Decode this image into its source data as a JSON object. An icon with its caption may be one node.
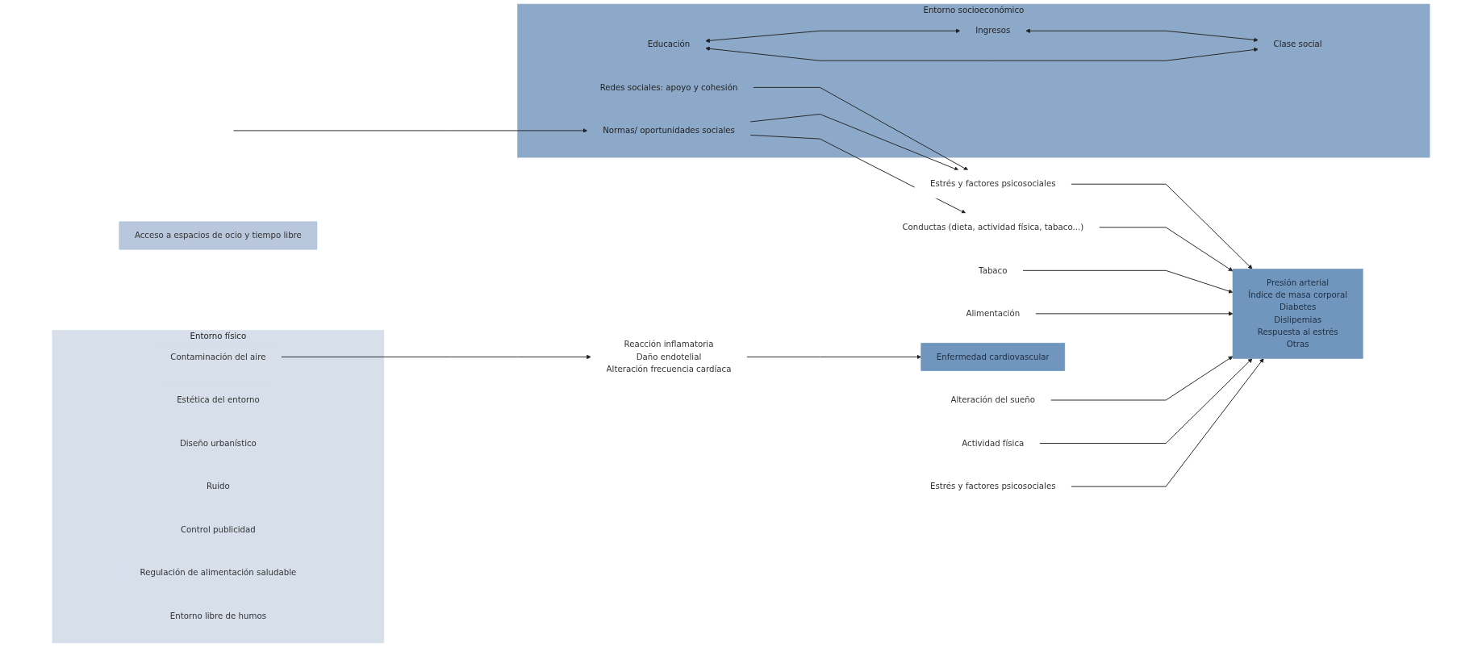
{
  "diagram": {
    "nodes": [
      {
        "text": [
          "Entorno físico"
        ]
      },
      {
        "text": [
          "Contaminación del aire"
        ],
        "in": 0
      },
      {
        "text": [
          "Estética del entorno"
        ],
        "in": 0
      },
      {
        "text": [
          "Diseño urbanístico"
        ],
        "in": 0
      },
      {
        "text": [
          "Ruido"
        ],
        "in": 0
      },
      {
        "text": [
          "Control publicidad"
        ],
        "in": 0
      },
      {
        "text": [
          "Regulación de alimentación saludable"
        ],
        "in": 0
      },
      {
        "text": [
          "Entorno libre de humos"
        ],
        "in": 0
      },
      {
        "text": [
          "Acceso a espacios de ocio y tiempo libre"
        ]
      },
      {
        "text": [
          "Entorno socioeconómico"
        ]
      },
      {
        "text": [
          "Educación"
        ],
        "in": 9
      },
      {
        "text": [
          "Clase social"
        ],
        "in": 9
      },
      {
        "text": [
          "Ingresos"
        ],
        "in": 9
      },
      {
        "text": [
          "Normas/ oportunidades sociales"
        ],
        "in": 9
      },
      {
        "text": [
          "Redes sociales: apoyo y cohesión"
        ],
        "in": 9
      },
      {
        "text": [
          "Estrés y factores psicosociales"
        ]
      },
      {
        "text": [
          "Actividad física"
        ]
      },
      {
        "text": [
          "Alteración del sueño"
        ]
      },
      {
        "text": [
          "Alimentación"
        ]
      },
      {
        "text": [
          "Tabaco"
        ]
      },
      {
        "text": [
          "Conductas (dieta, actividad física, tabaco...)"
        ]
      },
      {
        "text": [
          "Estrés y factores psicosociales"
        ]
      },
      {
        "text": [
          "Reacción inflamatoria",
          "Daño endotelial",
          "Alteración frecuencia cardíaca"
        ]
      },
      {
        "text": [
          "Presión arterial",
          "Índice de masa corporal",
          "Diabetes",
          "Dislipemias",
          "Respuesta al estrés",
          "Otras"
        ]
      },
      {
        "text": [
          "Enfermedad cardiovascular"
        ]
      }
    ],
    "edges": [
      {
        "from": 10,
        "to": 11,
        "arrow": "both"
      },
      {
        "from": 10,
        "to": 12,
        "arrow": "both"
      },
      {
        "from": 12,
        "to": 11,
        "arrow": "both"
      },
      {
        "from": null,
        "to": 13,
        "arrow": "to"
      },
      {
        "from": 13,
        "to": 20,
        "arrow": "to"
      },
      {
        "from": 13,
        "to": 21,
        "arrow": "to"
      },
      {
        "from": 14,
        "to": 21,
        "arrow": "to"
      },
      {
        "from": 1,
        "to": 22,
        "arrow": "to"
      },
      {
        "from": 22,
        "to": 24,
        "arrow": "to"
      },
      {
        "from": 15,
        "to": 23,
        "arrow": "to"
      },
      {
        "from": 16,
        "to": 23,
        "arrow": "to"
      },
      {
        "from": 17,
        "to": 23,
        "arrow": "to"
      },
      {
        "from": 18,
        "to": 23,
        "arrow": "to"
      },
      {
        "from": 19,
        "to": 23,
        "arrow": "to"
      },
      {
        "from": 20,
        "to": 23,
        "arrow": "to"
      },
      {
        "from": 21,
        "to": 23,
        "arrow": "to"
      }
    ]
  }
}
